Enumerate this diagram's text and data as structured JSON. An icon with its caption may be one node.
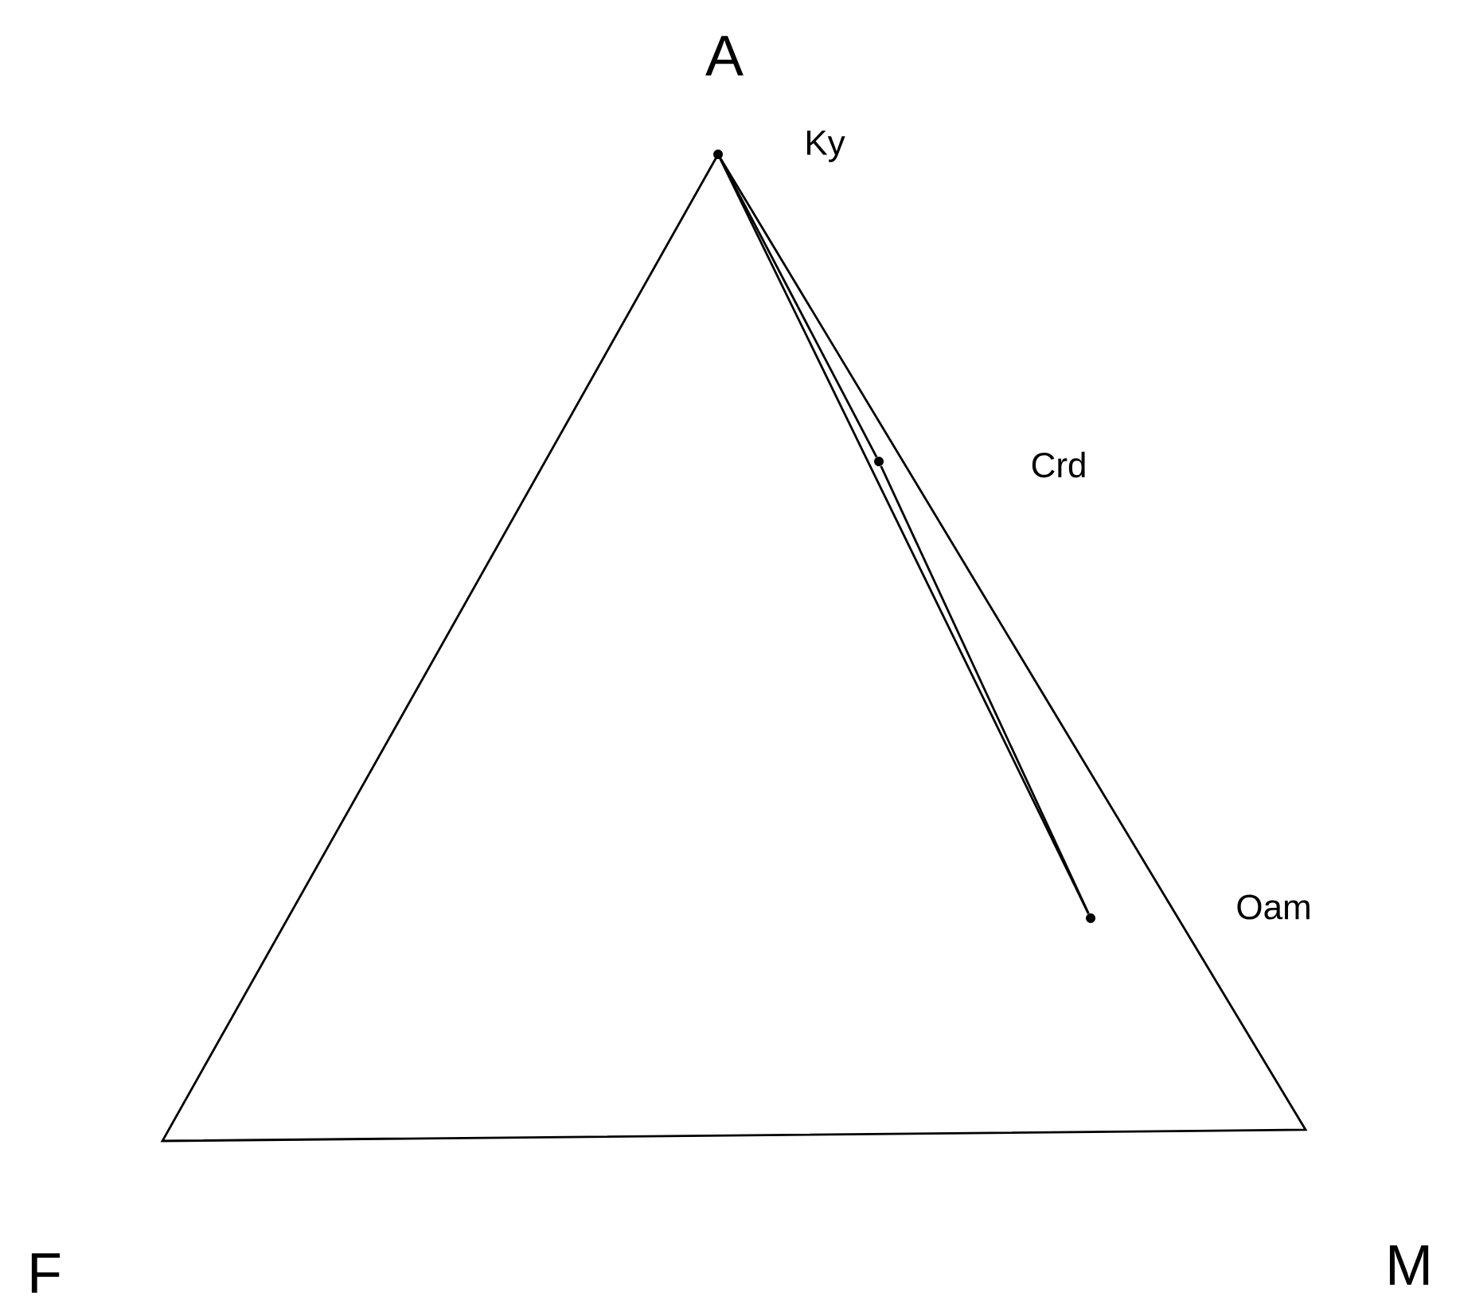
{
  "diagram": {
    "nodes": [
      {
        "text": [],
        "shape": "circle",
        "beside": [
          "Ky"
        ]
      },
      {
        "text": [],
        "shape": "circle"
      },
      {
        "text": [],
        "shape": "circle"
      }
    ],
    "edges": [
      {
        "from": 0,
        "to": 1,
        "arrow": "none"
      },
      {
        "from": 1,
        "to": 2,
        "arrow": "none"
      },
      {
        "from": 0,
        "to": 2,
        "arrow": "none"
      }
    ],
    "labels": [
      "A",
      "Crd",
      "Oam",
      "F",
      "M"
    ]
  }
}
